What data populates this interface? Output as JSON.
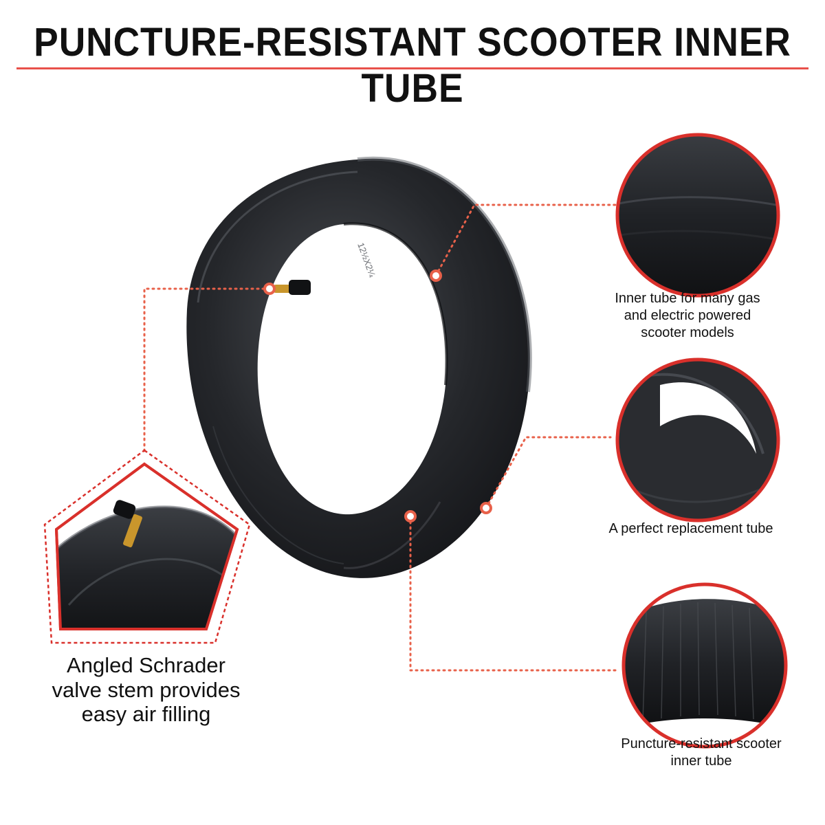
{
  "header": {
    "title": "PUNCTURE-RESISTANT SCOOTER INNER TUBE"
  },
  "callouts": {
    "valve": {
      "lines": [
        "Angled Schrader",
        "valve stem provides",
        "easy air filling"
      ]
    },
    "models": {
      "lines": [
        "Inner tube for many gas",
        "and electric powered",
        "scooter models"
      ]
    },
    "replacement": {
      "lines": [
        "A perfect replacement tube"
      ]
    },
    "puncture": {
      "lines": [
        "Puncture-resistant scooter",
        "inner tube"
      ]
    }
  },
  "tube_marking": "12½X2¼",
  "colors": {
    "accent": "#e8514a",
    "rubber": "#1f2125",
    "valve_brass": "#c9962c",
    "text": "#111111"
  }
}
